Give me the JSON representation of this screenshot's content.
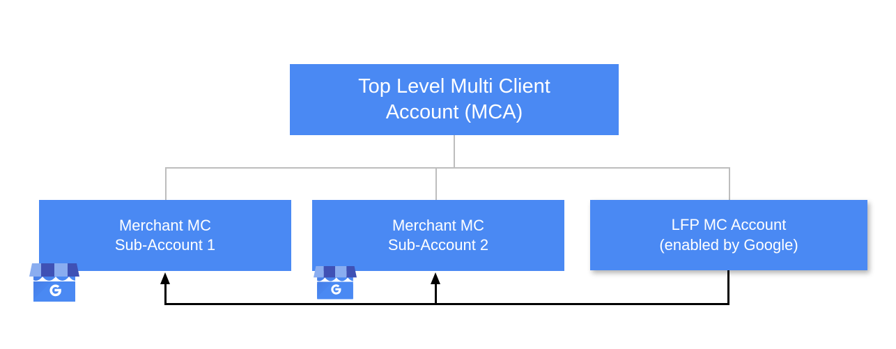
{
  "diagram": {
    "title_text": "Top Level Multi Client Account (MCA)",
    "nodes": {
      "mca": {
        "label": "Top Level Multi Client\nAccount (MCA)",
        "color": "#4a89f3"
      },
      "sub1": {
        "label": "Merchant MC\nSub-Account 1",
        "color": "#4a89f3"
      },
      "sub2": {
        "label": "Merchant MC\nSub-Account 2",
        "color": "#4a89f3"
      },
      "lfp": {
        "label": "LFP MC Account\n(enabled by Google)",
        "color": "#4a89f3"
      }
    },
    "icons": {
      "storefront_1": "google-my-business-storefront-icon",
      "storefront_2": "google-my-business-storefront-icon"
    },
    "connectors": {
      "tree_color": "#bdbdbd",
      "flow_color": "#000000"
    }
  }
}
